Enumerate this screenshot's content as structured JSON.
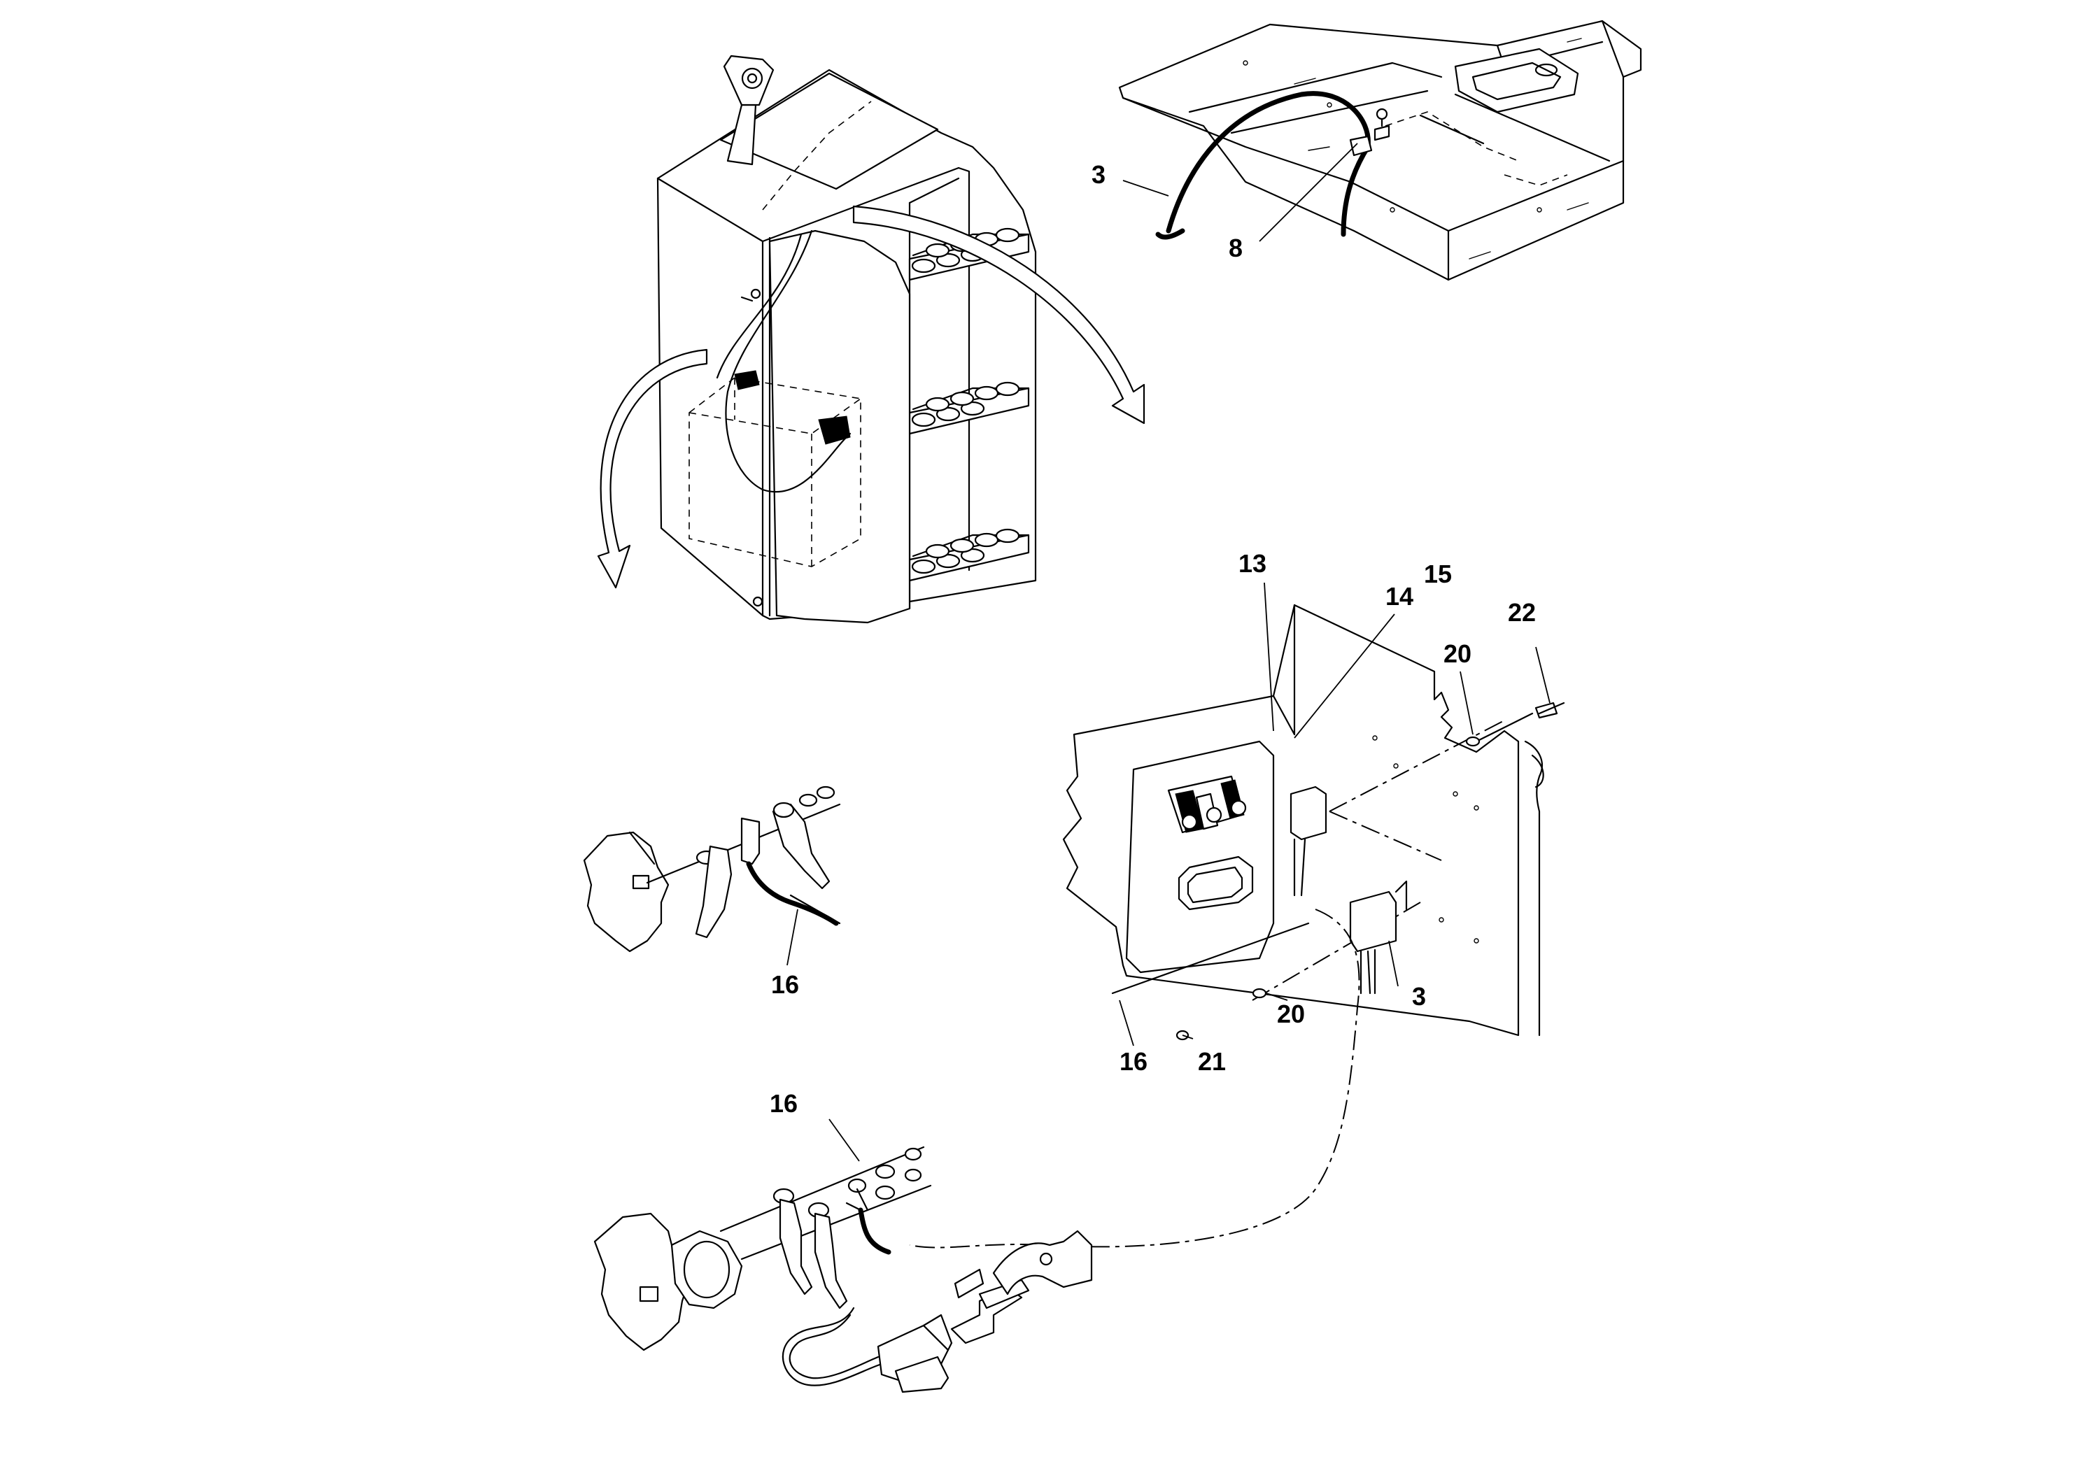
{
  "callouts": {
    "c3_top": "3",
    "c8_top": "8",
    "c13": "13",
    "c14": "14",
    "c15": "15",
    "c22": "22",
    "c20_upper": "20",
    "c20_lower": "20",
    "c3_mid": "3",
    "c16_mid": "16",
    "c21": "21",
    "c16_left": "16",
    "c16_bottom": "16"
  },
  "icons": {
    "battery_cabinet": "battery-cabinet-icon",
    "chassis_floor": "chassis-floor-icon",
    "control_panel": "control-panel-icon",
    "disconnect_switch": "battery-disconnect-icon",
    "battery_plug": "battery-plug-icon"
  }
}
